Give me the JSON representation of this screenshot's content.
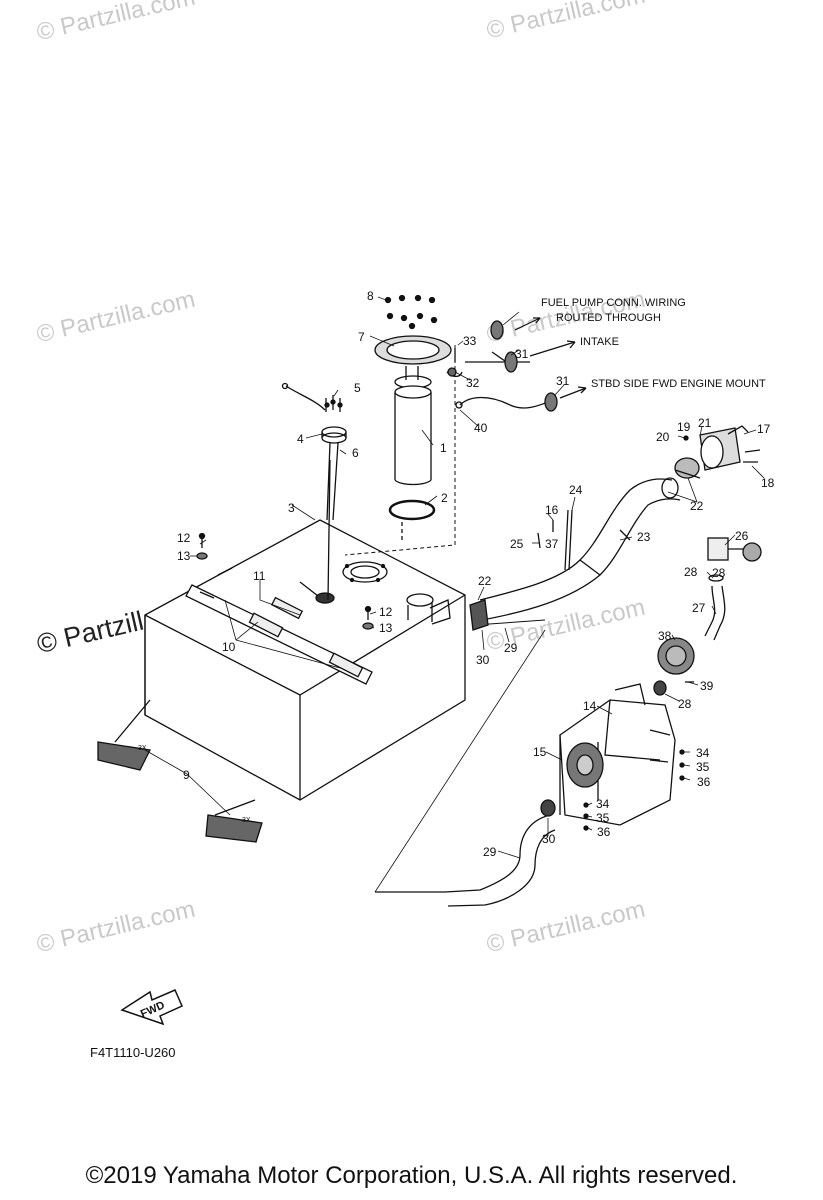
{
  "watermarks": {
    "text": "© Partzilla.com",
    "featured_text": "© Partzilla.com"
  },
  "annotations": {
    "fuel_pump_wiring": [
      "FUEL PUMP CONN. WIRING",
      "ROUTED THROUGH"
    ],
    "intake": "INTAKE",
    "engine_mount": "STBD SIDE FWD ENGINE MOUNT"
  },
  "part_numbers": [
    "1",
    "2",
    "3",
    "4",
    "5",
    "6",
    "7",
    "8",
    "9",
    "10",
    "11",
    "12",
    "13",
    "14",
    "15",
    "16",
    "17",
    "18",
    "19",
    "20",
    "21",
    "22",
    "23",
    "24",
    "25",
    "26",
    "27",
    "28",
    "29",
    "30",
    "31",
    "32",
    "33",
    "34",
    "35",
    "36",
    "37",
    "38",
    "39",
    "40"
  ],
  "quantity_marks": [
    "3X",
    "3X"
  ],
  "fwd_label": "FWD",
  "figure_code": "F4T1110-U260",
  "copyright": "©2019  Yamaha Motor Corporation, U.S.A. All rights reserved.",
  "colors": {
    "line": "#111111",
    "watermark": "#c9c9c9",
    "background": "#ffffff"
  }
}
